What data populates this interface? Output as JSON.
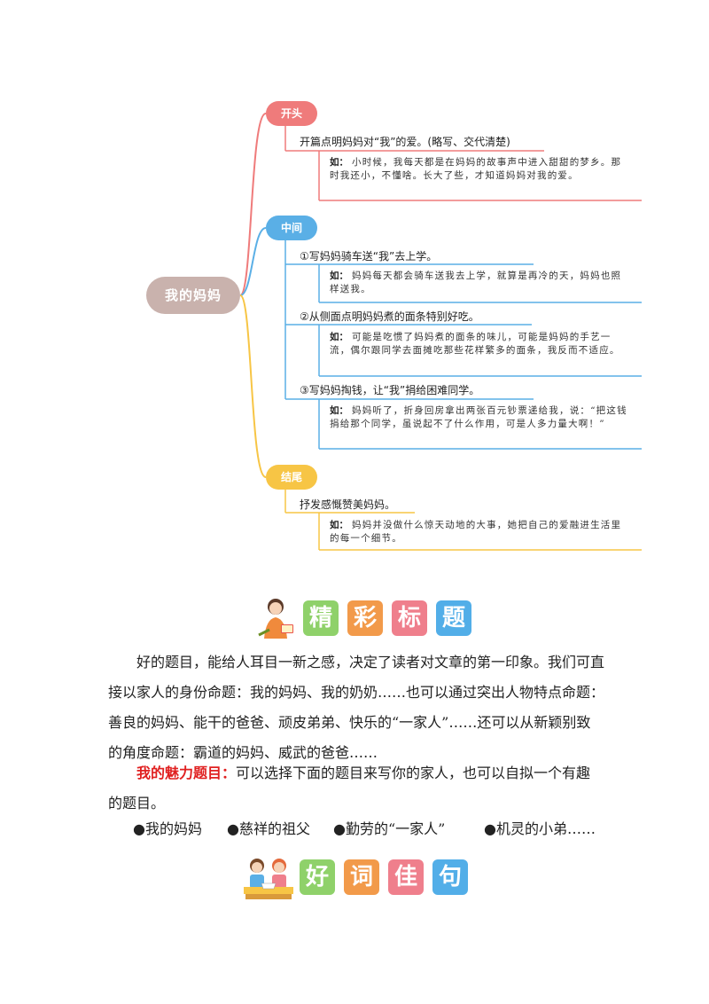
{
  "mindmap": {
    "root": "我的妈妈",
    "branches": [
      {
        "label": "开头",
        "color": "#ef7b7b",
        "items": [
          {
            "heading": "开篇点明妈妈对“我”的爱。(略写、交代清楚)",
            "example_prefix": "如：",
            "example": "小时候，我每天都是在妈妈的故事声中进入甜甜的梦乡。那时我还小，不懂啥。长大了些，才知道妈妈对我的爱。"
          }
        ]
      },
      {
        "label": "中间",
        "color": "#5aafe6",
        "items": [
          {
            "heading": "①写妈妈骑车送“我”去上学。",
            "example_prefix": "如：",
            "example": "妈妈每天都会骑车送我去上学，就算是再冷的天，妈妈也照样送我。"
          },
          {
            "heading": "②从侧面点明妈妈煮的面条特别好吃。",
            "example_prefix": "如：",
            "example": "可能是吃惯了妈妈煮的面条的味儿，可能是妈妈的手艺一流，偶尔跟同学去面摊吃那些花样繁多的面条，我反而不适应。"
          },
          {
            "heading": "③写妈妈掏钱，让“我”捐给困难同学。",
            "example_prefix": "如：",
            "example": "妈妈听了，折身回房拿出两张百元钞票递给我，说：“把这钱捐给那个同学，虽说起不了什么作用，可是人多力量大啊！”"
          }
        ]
      },
      {
        "label": "结尾",
        "color": "#f7c545",
        "items": [
          {
            "heading": "抒发感慨赞美妈妈。",
            "example_prefix": "如：",
            "example": "妈妈并没做什么惊天动地的大事，她把自己的爱融进生活里的每一个细节。"
          }
        ]
      }
    ]
  },
  "section1": {
    "tiles": [
      "精",
      "彩",
      "标",
      "题"
    ],
    "tile_colors": [
      "#8fd16a",
      "#f29a4a",
      "#ef7f8c",
      "#52aee8"
    ],
    "icon": "teacher-figure-icon"
  },
  "intro": {
    "paragraph": "好的题目，能给人耳目一新之感，决定了读者对文章的第一印象。我们可直接以家人的身份命题：我的妈妈、我的奶奶……也可以通过突出人物特点命题：善良的妈妈、能干的爸爸、顽皮弟弟、快乐的“一家人”……还可以从新颖别致的角度命题：霸道的妈妈、威武的爸爸……",
    "highlight_label": "我的魅力题目：",
    "highlight_text": "可以选择下面的题目来写你的家人，也可以自拟一个有趣的题目。",
    "titles": [
      "●我的妈妈",
      "●慈祥的祖父",
      "●勤劳的“一家人”",
      "●机灵的小弟……"
    ]
  },
  "section2": {
    "tiles": [
      "好",
      "词",
      "佳",
      "句"
    ],
    "tile_colors": [
      "#8fd16a",
      "#f29a4a",
      "#ef7f8c",
      "#52aee8"
    ],
    "icon": "students-reading-icon"
  }
}
